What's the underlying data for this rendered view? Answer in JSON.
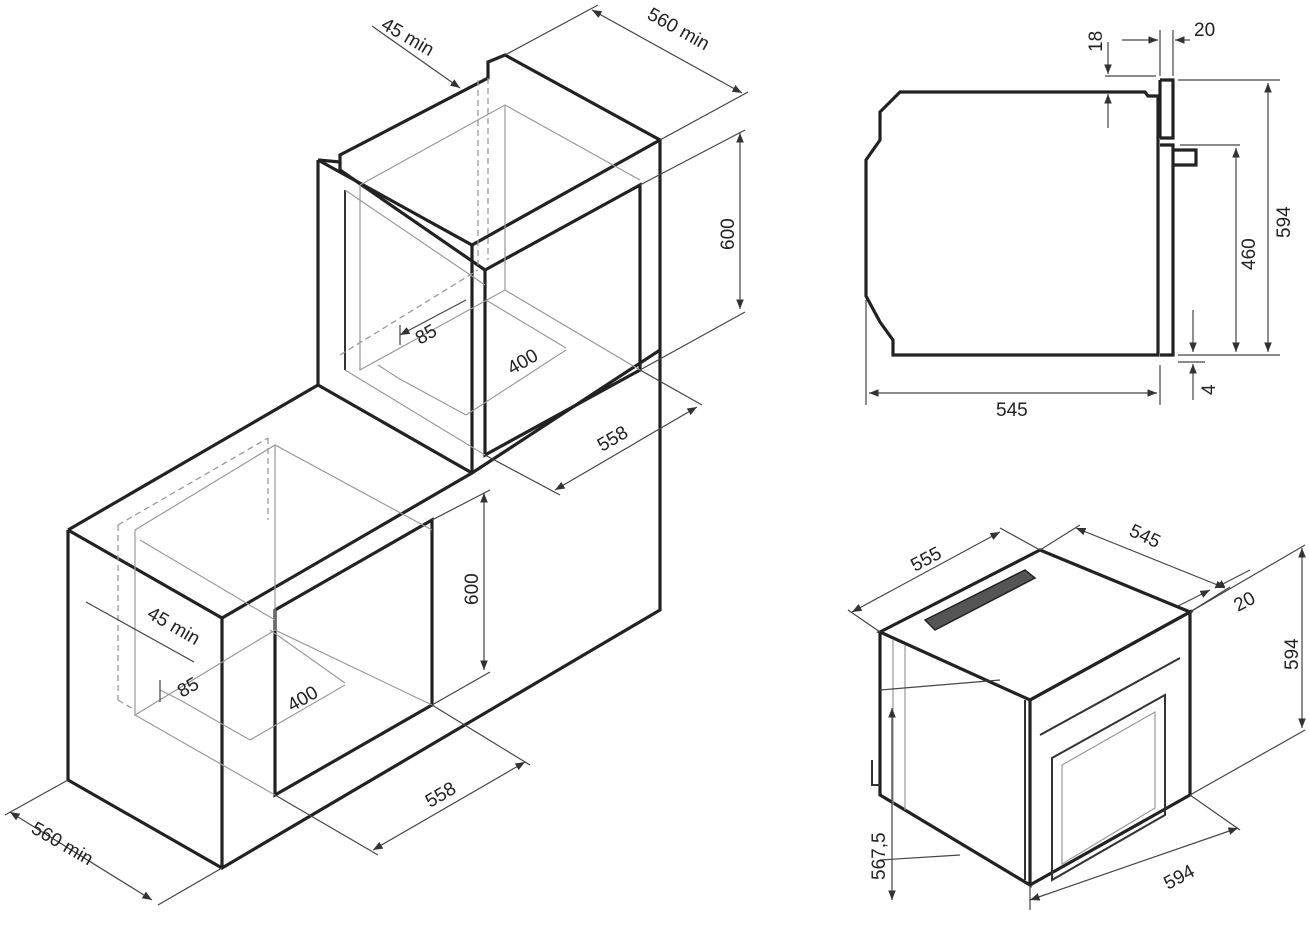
{
  "diagram": {
    "upper_cabinet": {
      "gap": "45 min",
      "width": "560 min",
      "height": "600",
      "vent_depth": "85",
      "vent_width": "400",
      "depth": "558"
    },
    "lower_cabinet": {
      "gap": "45 min",
      "width": "560 min",
      "height": "600",
      "vent_depth": "85",
      "vent_width": "400",
      "depth": "558"
    },
    "side_view": {
      "top_offset": "18",
      "front_thickness": "20",
      "total_height": "594",
      "door_height": "460",
      "bottom_offset": "4",
      "body_depth": "545"
    },
    "iso_view": {
      "width": "555",
      "depth": "545",
      "front_thickness": "20",
      "height": "594",
      "body_height": "567,5",
      "front_width": "594"
    }
  }
}
